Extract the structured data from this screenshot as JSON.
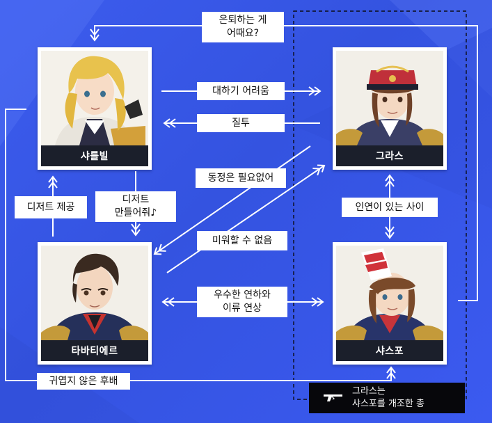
{
  "characters": {
    "charleville": {
      "name": "샤를빌"
    },
    "gras": {
      "name": "그라스"
    },
    "tabatiere": {
      "name": "타바티에르"
    },
    "chassepot": {
      "name": "샤스포"
    }
  },
  "relations": {
    "retire": "은퇴하는 게\n어때요?",
    "hard_to_approach": "대하기 어려움",
    "jealousy": "질투",
    "no_sympathy": "동정은 필요없어",
    "dessert_provide": "디저트 제공",
    "make_dessert": "디저트\n만들어줘♪",
    "cannot_hate": "미워할 수 없음",
    "destined": "인연이 있는 사이",
    "senior_junior": "우수한 연하와\n이류 연상",
    "not_cute_junior": "귀엽지 않은 후배"
  },
  "legend": {
    "text": "그라스는\n샤스포를 개조한 총",
    "icon": "gun-icon"
  },
  "colors": {
    "background": "#3a5ae6",
    "line": "#ffffff",
    "nameplate": "#1b1f2b",
    "legend_bg": "#07070b"
  }
}
